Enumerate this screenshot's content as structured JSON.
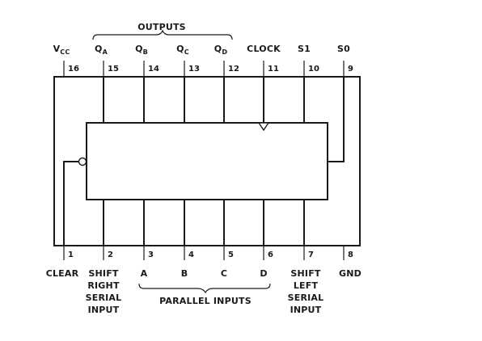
{
  "header": {
    "outputs_label": "OUTPUTS",
    "parallel_inputs_label": "PARALLEL INPUTS"
  },
  "top_pins": [
    {
      "name": "V",
      "sub": "CC",
      "num": "16"
    },
    {
      "name": "Q",
      "sub": "A",
      "num": "15"
    },
    {
      "name": "Q",
      "sub": "B",
      "num": "14"
    },
    {
      "name": "Q",
      "sub": "C",
      "num": "13"
    },
    {
      "name": "Q",
      "sub": "D",
      "num": "12"
    },
    {
      "name": "CLOCK",
      "sub": "",
      "num": "11"
    },
    {
      "name": "S1",
      "sub": "",
      "num": "10"
    },
    {
      "name": "S0",
      "sub": "",
      "num": "9"
    }
  ],
  "bottom_pins": [
    {
      "num": "1",
      "lines": [
        "CLEAR"
      ]
    },
    {
      "num": "2",
      "lines": [
        "SHIFT",
        "RIGHT",
        "SERIAL",
        "INPUT"
      ]
    },
    {
      "num": "3",
      "lines": [
        "A"
      ]
    },
    {
      "num": "4",
      "lines": [
        "B"
      ]
    },
    {
      "num": "5",
      "lines": [
        "C"
      ]
    },
    {
      "num": "6",
      "lines": [
        "D"
      ]
    },
    {
      "num": "7",
      "lines": [
        "SHIFT",
        "LEFT",
        "SERIAL",
        "INPUT"
      ]
    },
    {
      "num": "8",
      "lines": [
        "GND"
      ]
    }
  ]
}
